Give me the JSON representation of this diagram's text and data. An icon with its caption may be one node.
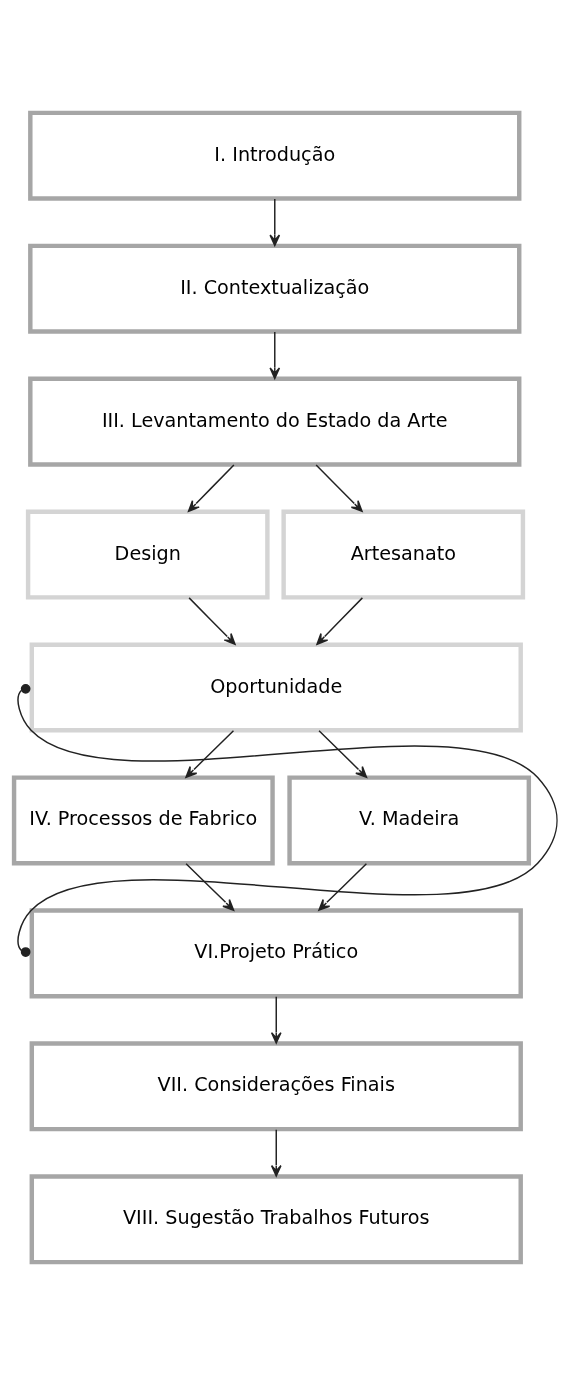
{
  "diagram": {
    "nodes": [
      {
        "text": [
          "I. Introdução"
        ]
      },
      {
        "text": [
          "II. Contextualização"
        ]
      },
      {
        "text": [
          "III. Levantamento do Estado da Arte"
        ]
      },
      {
        "text": [
          "Design"
        ]
      },
      {
        "text": [
          "Artesanato"
        ]
      },
      {
        "text": [
          "Oportunidade"
        ]
      },
      {
        "text": [
          "IV. Processos de Fabrico"
        ]
      },
      {
        "text": [
          "V. Madeira"
        ]
      },
      {
        "text": [
          "VI.Projeto Prático"
        ]
      },
      {
        "text": [
          "VII. Considerações Finais"
        ]
      },
      {
        "text": [
          "VIII. Sugestão Trabalhos Futuros"
        ]
      }
    ],
    "edges": [
      {
        "from": 0,
        "to": 1,
        "arrow": "to"
      },
      {
        "from": 1,
        "to": 2,
        "arrow": "to"
      },
      {
        "from": 2,
        "to": 3,
        "arrow": "to"
      },
      {
        "from": 2,
        "to": 4,
        "arrow": "to"
      },
      {
        "from": 3,
        "to": 5,
        "arrow": "to"
      },
      {
        "from": 4,
        "to": 5,
        "arrow": "to"
      },
      {
        "from": 5,
        "to": 6,
        "arrow": "to"
      },
      {
        "from": 5,
        "to": 7,
        "arrow": "to"
      },
      {
        "from": 6,
        "to": 8,
        "arrow": "to"
      },
      {
        "from": 7,
        "to": 8,
        "arrow": "to"
      },
      {
        "from": 5,
        "to": 8,
        "arrow": "other"
      },
      {
        "from": 8,
        "to": 9,
        "arrow": "to"
      },
      {
        "from": 9,
        "to": 10,
        "arrow": "to"
      }
    ]
  }
}
